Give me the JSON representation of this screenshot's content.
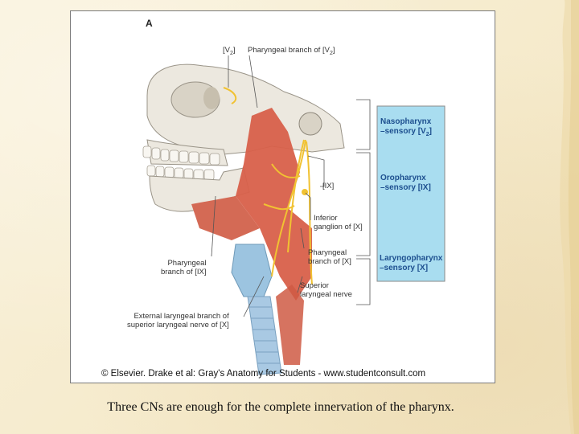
{
  "figure": {
    "panel_letter": "A",
    "labels": {
      "v2": "[V",
      "v2_sub": "2",
      "v2_close": "]",
      "pharyngeal_branch_v2": "Pharyngeal branch of [V",
      "pharyngeal_branch_v2_sub": "2",
      "pharyngeal_branch_v2_close": "]",
      "ix": "[IX]",
      "inferior_ganglion_1": "Inferior",
      "inferior_ganglion_2": "ganglion of [X]",
      "pharyngeal_branch_x_1": "Pharyngeal",
      "pharyngeal_branch_x_2": "branch of [X]",
      "superior_laryngeal_1": "Superior",
      "superior_laryngeal_2": "laryngeal nerve",
      "pharyngeal_branch_ix_1": "Pharyngeal",
      "pharyngeal_branch_ix_2": "branch of [IX]",
      "external_laryngeal_1": "External laryngeal branch of",
      "external_laryngeal_2": "superior laryngeal nerve of [X]"
    },
    "regions": [
      {
        "name": "Nasopharynx",
        "sensory": "–sensory [V",
        "sub": "2",
        "close": "]"
      },
      {
        "name": "Oropharynx",
        "sensory": "–sensory [IX]",
        "sub": "",
        "close": ""
      },
      {
        "name": "Laryngopharynx",
        "sensory": "–sensory [X]",
        "sub": "",
        "close": ""
      }
    ],
    "copyright": "© Elsevier. Drake et al: Gray's Anatomy for Students - www.studentconsult.com",
    "colors": {
      "sensory_panel": "#a9ddf0",
      "sensory_text": "#1d4f8f",
      "muscle": "#d8604a",
      "bone": "#ebe7dc",
      "nerve": "#f1c232",
      "cartilage": "#9cc4e0"
    }
  },
  "caption": "Three CNs are enough for the complete innervation of the pharynx."
}
